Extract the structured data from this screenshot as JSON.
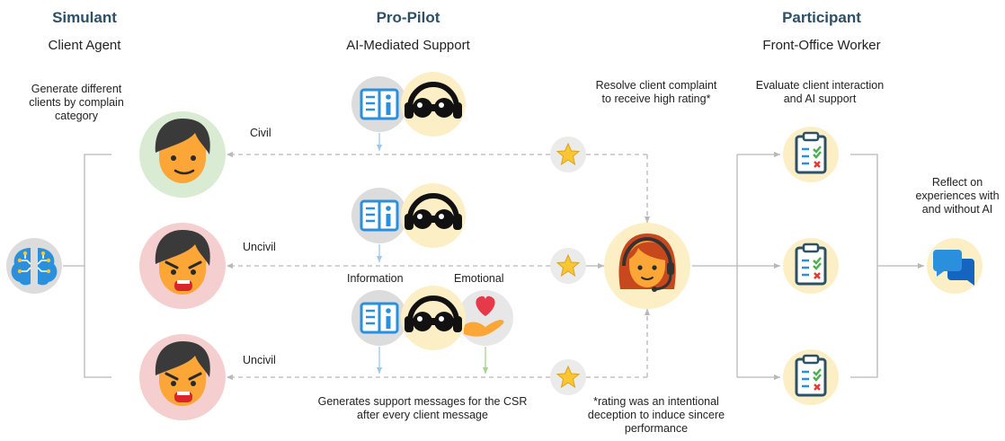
{
  "simulant": {
    "title": "Simulant",
    "subtitle": "Client Agent",
    "note": [
      "Generate different",
      "clients by complain",
      "category"
    ],
    "clients": [
      {
        "label": "Civil",
        "mood": "civil"
      },
      {
        "label": "Uncivil",
        "mood": "uncivil"
      },
      {
        "label": "Uncivil",
        "mood": "uncivil"
      }
    ],
    "icon": "brain-circuit-icon"
  },
  "propilot": {
    "title": "Pro-Pilot",
    "subtitle": "AI-Mediated Support",
    "information_label": "Information",
    "emotional_label": "Emotional",
    "caption": [
      "Generates support messages for the CSR",
      "after every client message"
    ],
    "icons": [
      "info-book-icon",
      "agent-headset-icon",
      "heart-hand-icon"
    ]
  },
  "participant": {
    "title": "Participant",
    "subtitle": "Front-Office Worker",
    "note": [
      "Evaluate client interaction",
      "and AI support"
    ],
    "icons": [
      "csr-agent-icon",
      "clipboard-checklist-icon",
      "chat-bubbles-icon"
    ]
  },
  "rating": {
    "note": [
      "Resolve client complaint",
      "to receive high rating*"
    ],
    "footnote": [
      "*rating was an intentional",
      "deception to induce sincere",
      "performance"
    ],
    "icon": "star-icon"
  },
  "reflect": [
    "Reflect on",
    "experiences with",
    "and without AI"
  ],
  "colors": {
    "header": "#2c5066",
    "civil_bg": "#d9ecd3",
    "uncivil_bg": "#f5cfcf",
    "skin": "#fba636",
    "hair": "#3a3a3a",
    "yellow_bg": "#fcefc6",
    "gray_bg": "#dcdcdc",
    "book_blue": "#2a8fdc",
    "connector": "#b8b8b8",
    "arrow_blue": "#9ec9ea",
    "arrow_green": "#a6d48f"
  }
}
